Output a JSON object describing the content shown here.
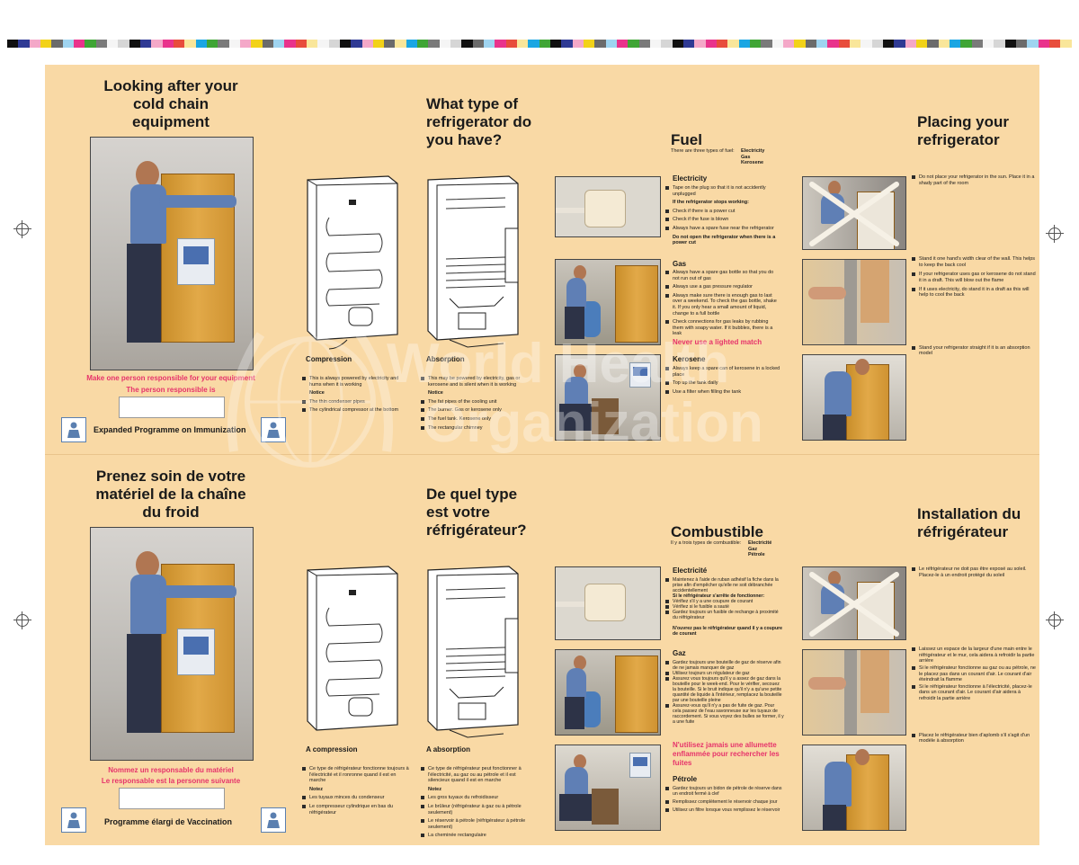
{
  "colorbar": [
    "#101010",
    "#f2d218",
    "#e9338c",
    "#1aa6e3",
    "#f5f5f5",
    "#2f3a94",
    "#6b6b6b",
    "#e84d3c",
    "#3fa535",
    "#d6d6d6",
    "#f4a8c8",
    "#9fd4f0",
    "#f9e69a",
    "#7a7a7a"
  ],
  "watermark": {
    "line1": "World Health",
    "line2": "Organization"
  },
  "en": {
    "panel1": {
      "title": "Looking after your cold chain equipment",
      "caption_red1": "Make one person responsible for your equipment",
      "caption_red2": "The person responsible is",
      "programme": "Expanded Programme on Immunization"
    },
    "panel2": {
      "title": "What type of refrigerator do you have?",
      "compression": {
        "heading": "Compression",
        "items": [
          "This is always powered by electricity and hums when it is working"
        ],
        "notice": "Notice",
        "notice_items": [
          "The thin condenser pipes",
          "The cylindrical compressor at the bottom"
        ]
      },
      "absorption": {
        "heading": "Absorption",
        "items": [
          "This may be powered by electricity, gas or kerosene and is silent when it is working"
        ],
        "notice": "Notice",
        "notice_items": [
          "The fat pipes of the cooling unit",
          "The burner. Gas or kerosene only",
          "The fuel tank. Kerosene only",
          "The rectangular chimney"
        ]
      }
    },
    "panel3": {
      "title": "Fuel",
      "intro": "There are three types of fuel:",
      "types": [
        "Electricity",
        "Gas",
        "Kerosene"
      ],
      "electricity": {
        "heading": "Electricity",
        "items": [
          "Tape on the plug so that it is not accidently unplugged",
          "If the refrigerator stops working:",
          "Check if there is a power cut",
          "Check if the fuse is blown",
          "Always have a spare fuse near the refrigerator"
        ],
        "bold_note": "Do not open the refrigerator when there is a power cut"
      },
      "gas": {
        "heading": "Gas",
        "items": [
          "Always have a spare gas bottle so that you do not run out of gas",
          "Always use a gas pressure regulator",
          "Always make sure there is enough gas to last over a weekend. To check the gas bottle, shake it. If you only hear a small amount of liquid, change to a full bottle",
          "Check connections for gas leaks by rubbing them with soapy water. If it bubbles, there is a leak"
        ],
        "warning": "Never use a lighted match"
      },
      "kerosene": {
        "heading": "Kerosene",
        "items": [
          "Always keep a spare can of kerosene in a locked place",
          "Top up the tank daily",
          "Use a filter when filling the tank"
        ]
      }
    },
    "panel4": {
      "title": "Placing your refrigerator",
      "items": [
        "Do not place your refrigerator in the sun. Place it in a shady part of the room",
        "Stand it one hand's width clear of the wall. This helps to keep the back cool",
        "If your refrigerator uses gas or kerosene do not stand it in a draft. This will blow out the flame",
        "If it uses electricity, do stand it in a draft as this will help to cool the back",
        "Stand your refrigerator straight if it is an absorption model"
      ]
    }
  },
  "fr": {
    "panel1": {
      "title": "Prenez soin de votre matériel de la chaîne du froid",
      "caption_red1": "Nommez un responsable du matériel",
      "caption_red2": "Le responsable est la personne suivante",
      "programme": "Programme élargi de Vaccination"
    },
    "panel2": {
      "title": "De quel type est votre réfrigérateur?",
      "compression": {
        "heading": "A compression",
        "items": [
          "Ce type de réfrigérateur fonctionne toujours à l'électricité et il ronronne quand il est en marche"
        ],
        "notice": "Notez",
        "notice_items": [
          "Les tuyaux minces du condenseur",
          "Le compresseur cylindrique en bas du réfrigérateur"
        ]
      },
      "absorption": {
        "heading": "A absorption",
        "items": [
          "Ce type de réfrigérateur peut fonctionner à l'électricité, au gaz ou au pétrole et il est silencieux quand il est en marche"
        ],
        "notice": "Notez",
        "notice_items": [
          "Les gros tuyaux du refroidisseur",
          "Le brûleur (réfrigérateur à gaz ou à pétrole seulement)",
          "Le réservoir à pétrole (réfrigérateur à pétrole seulement)",
          "La cheminée rectangulaire"
        ]
      }
    },
    "panel3": {
      "title": "Combustible",
      "intro": "Il y a trois types de combustible:",
      "types": [
        "Electricité",
        "Gaz",
        "Pétrole"
      ],
      "electricity": {
        "heading": "Electricité",
        "items": [
          "Maintenez à l'aide de ruban adhésif la fiche dans la prise afin d'empêcher qu'elle ne soit débranchée accidentellement",
          "Si le réfrigérateur s'arrête de fonctionner:",
          "Vérifiez s'il y a une coupure de courant",
          "Vérifiez si le fusible a sauté",
          "Gardez toujours un fusible de rechange à proximité du réfrigérateur"
        ],
        "bold_note": "N'ouvrez pas le réfrigérateur quand il y a coupure de courant"
      },
      "gas": {
        "heading": "Gaz",
        "items": [
          "Gardez toujours une bouteille de gaz de réserve afin de ne jamais manquer de gaz",
          "Utilisez toujours un régulateur de gaz",
          "Assurez vous toujours qu'il y a assez de gaz dans la bouteille pour le week-end. Pour le vérifier, secouez la bouteille. Si le bruit indique qu'il n'y a qu'une petite quantité de liquide à l'intérieur, remplacez la bouteille par une bouteille pleine",
          "Assurez-vous qu'il n'y a pas de fuite de gaz. Pour cela passez de l'eau savonneuse sur les tuyaux de raccordement. Si vous voyez des bulles se former, il y a une fuite"
        ],
        "warning": "N'utilisez jamais une allumette enflammée pour rechercher les fuites"
      },
      "kerosene": {
        "heading": "Pétrole",
        "items": [
          "Gardez toujours un bidon de pétrole de réserve dans un endroit fermé à clef",
          "Remplissez complètement le réservoir chaque jour",
          "Utilisez un filtre lorsque vous remplissez le réservoir"
        ]
      }
    },
    "panel4": {
      "title": "Installation du réfrigérateur",
      "items": [
        "Le réfrigérateur ne doit pas être exposé au soleil. Placez-le à un endroit protégé du soleil",
        "Laissez un espace de la largeur d'une main entre le réfrigérateur et le mur, cela aidera à refroidir la partie arrière",
        "Si le réfrigérateur fonctionne au gaz ou au pétrole, ne le placez pas dans un courant d'air. Le courant d'air éteindrait la flamme",
        "Si le réfrigérateur fonctionne à l'électricité, placez-le dans un courant d'air. Le courant d'air aidera à refroidir la partie arrière",
        "Placez le réfrigérateur bien d'aplomb s'il s'agit d'un modèle à absorption"
      ]
    }
  }
}
